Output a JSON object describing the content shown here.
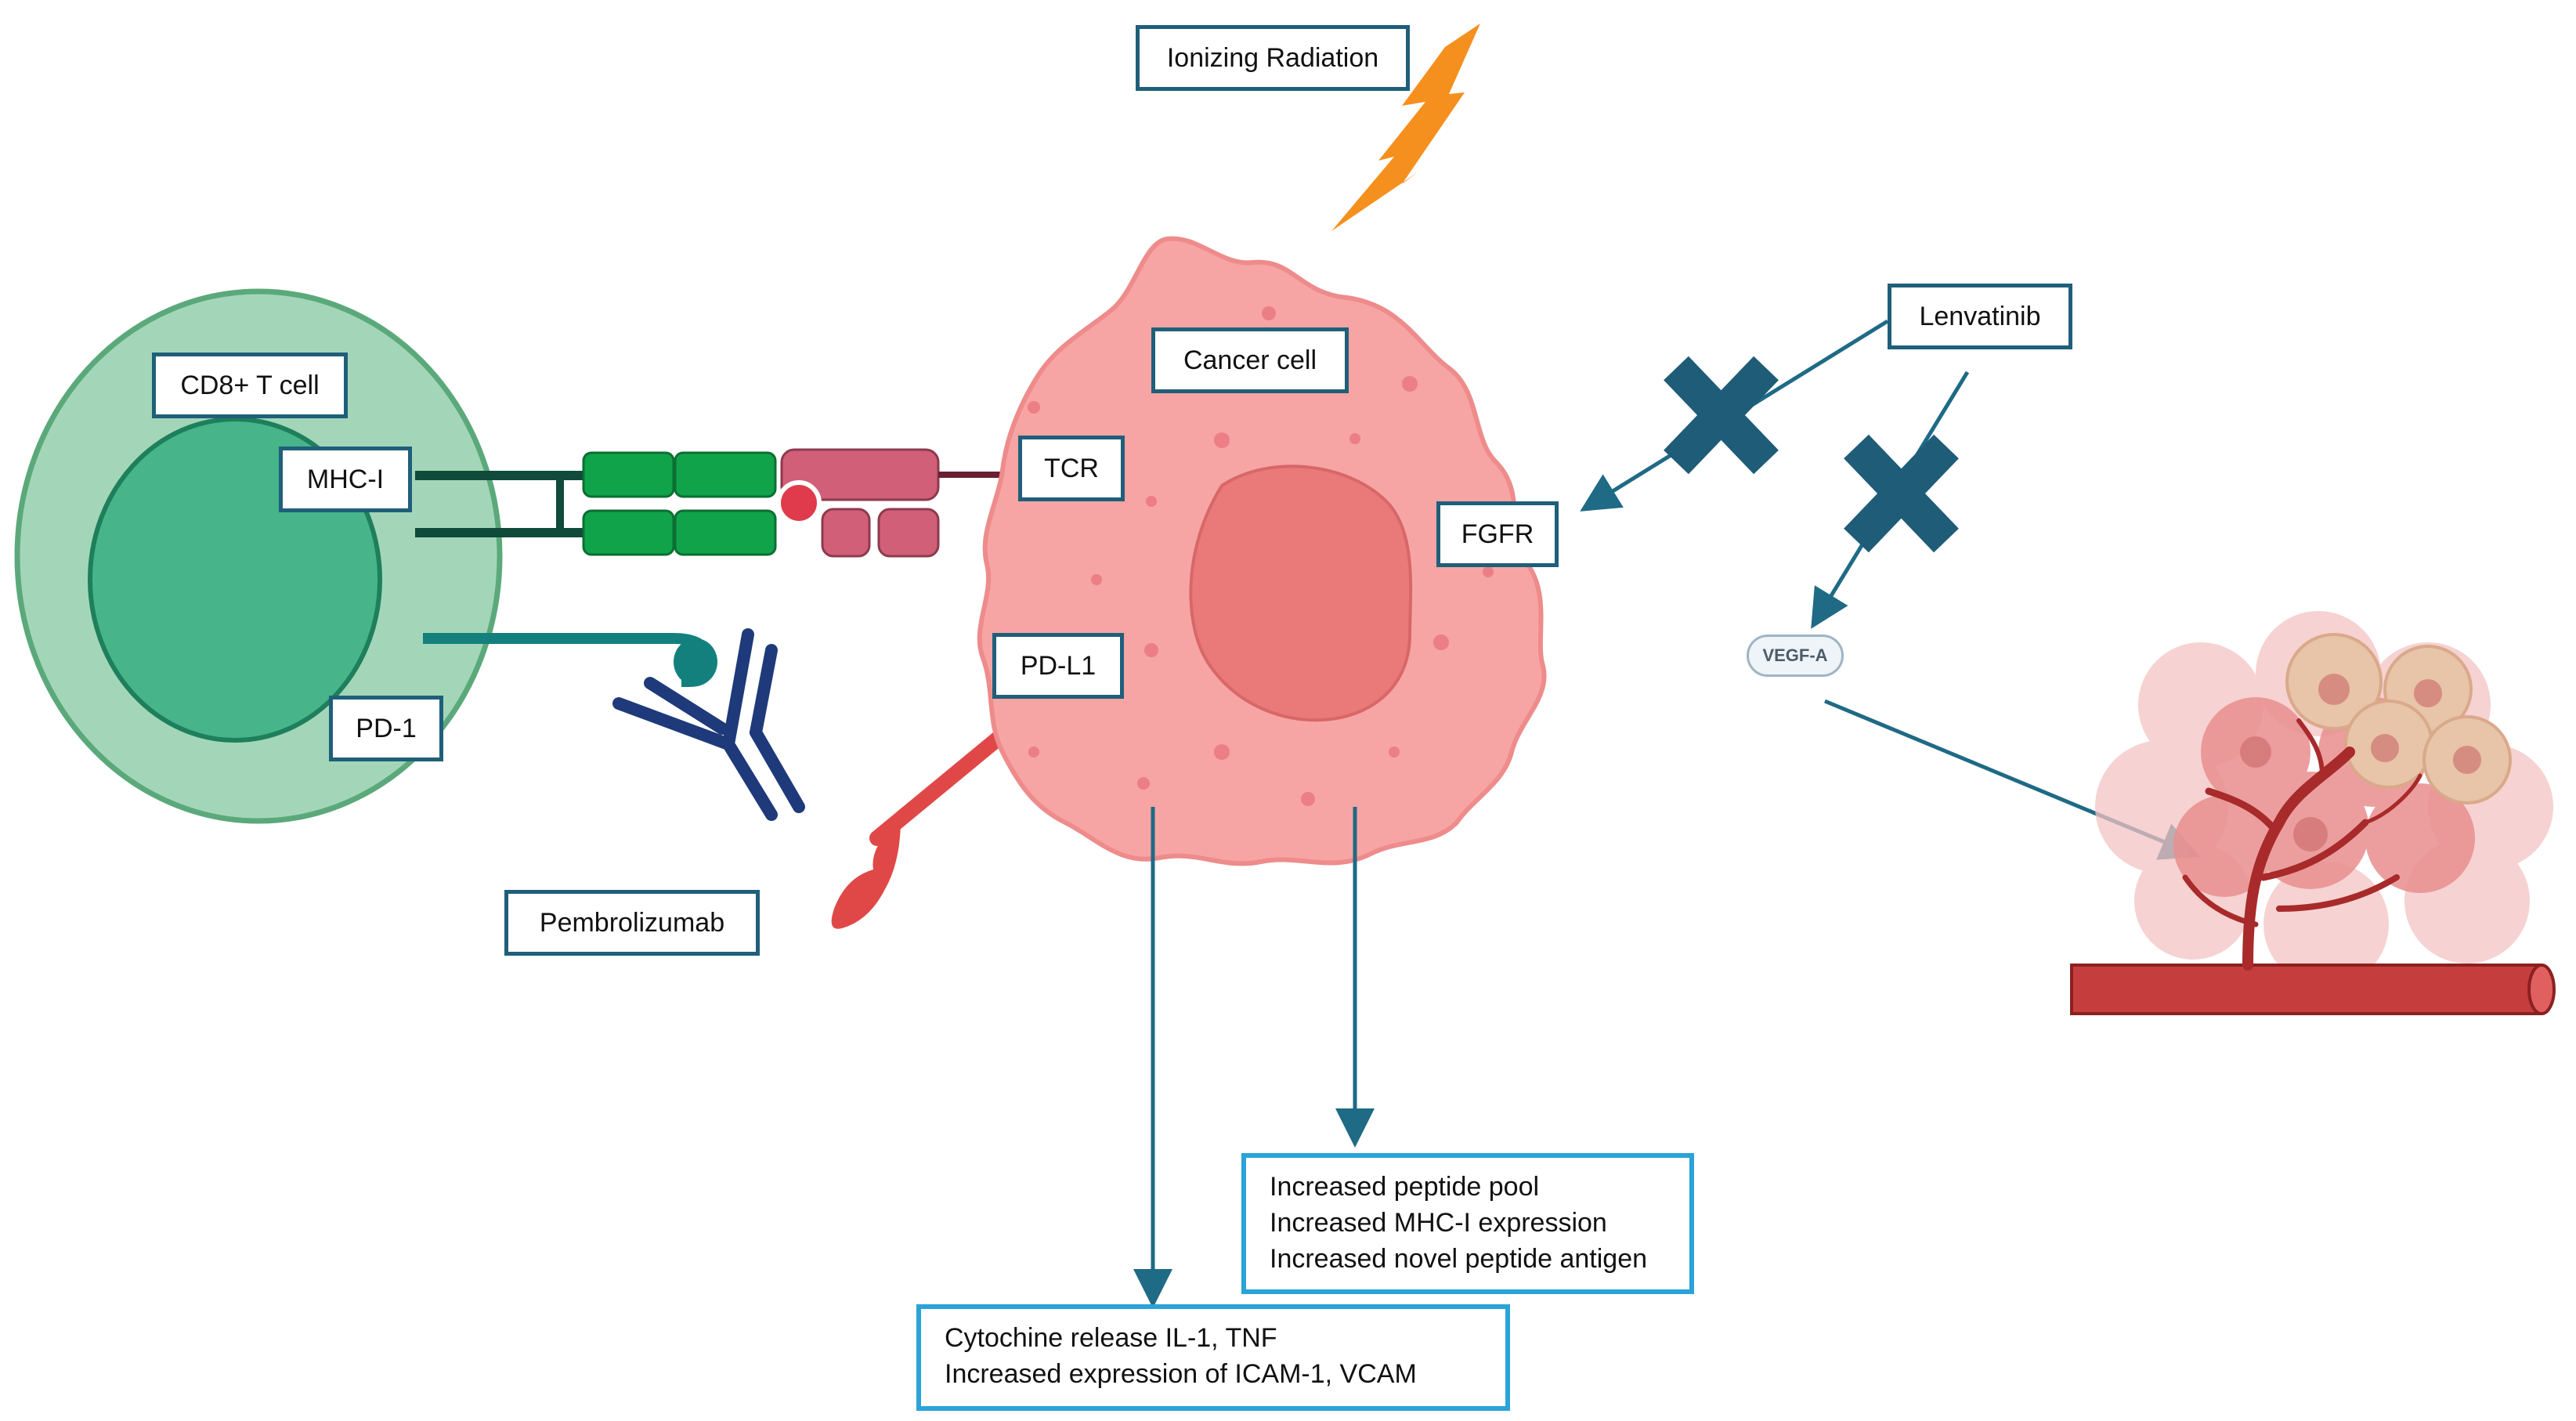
{
  "labels": {
    "ionizing_radiation": "Ionizing Radiation",
    "cancer_cell": "Cancer cell",
    "cd8_t_cell": "CD8+ T cell",
    "mhc_i": "MHC-I",
    "tcr": "TCR",
    "pd_1": "PD-1",
    "pd_l1": "PD-L1",
    "pembrolizumab": "Pembrolizumab",
    "fgfr": "FGFR",
    "lenvatinib": "Lenvatinib",
    "vegf_a": "VEGF-A"
  },
  "outcome_boxes": {
    "peptide": {
      "lines": [
        "Increased peptide pool",
        "Increased MHC-I expression",
        "Increased novel peptide antigen"
      ]
    },
    "cytokine": {
      "lines": [
        "Cytochine release IL-1, TNF",
        "Increased expression of ICAM-1, VCAM"
      ]
    }
  },
  "colors": {
    "box_border": "#1f5f7a",
    "outcome_border": "#2aa3d8",
    "arrow": "#1f6a85",
    "inhibit_x": "#1e5c78",
    "t_cell_outer": "#a3d6b8",
    "t_cell_nucleus": "#48b48a",
    "cancer_cell": "#f7a4a4",
    "cancer_nucleus": "#ea7a7a",
    "lightning": "#f5901e",
    "mhc_green": "#10a34a",
    "tcr_pink": "#d15f78",
    "antibody": "#1f3a7a",
    "pd1_teal": "#14807e",
    "pdl1_red": "#e04848",
    "vessel": "#c63d3d"
  },
  "icons": [
    "lightning-icon",
    "inhibition-x-icon",
    "antibody-icon",
    "blood-vessel-icon",
    "tumor-cluster-icon"
  ]
}
